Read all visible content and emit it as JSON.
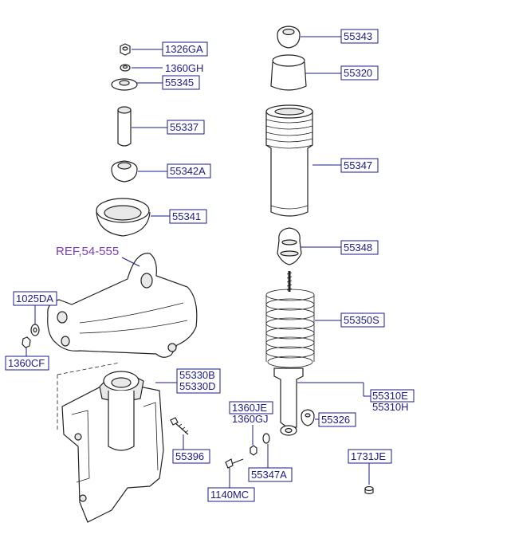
{
  "labels": {
    "l1326GA": "1326GA",
    "l1360GH": "1360GH",
    "l55345": "55345",
    "l55337": "55337",
    "l55342A": "55342A",
    "l55341": "55341",
    "ref": "REF,54-555",
    "l1025DA": "1025DA",
    "l1360CF": "1360CF",
    "l55330B": "55330B",
    "l55330D": "55330D",
    "l55396": "55396",
    "l1360JE": "1360JE",
    "l1360GJ": "1360GJ",
    "l1140MC": "1140MC",
    "l55347A": "55347A",
    "l55343": "55343",
    "l55320": "55320",
    "l55347": "55347",
    "l55348": "55348",
    "l55350S": "55350S",
    "l55310E": "55310E",
    "l55310H": "55310H",
    "l55326": "55326",
    "l1731JE": "1731JE"
  },
  "colors": {
    "label_text": "#1a1a8c",
    "reference_text": "#7a3fb0",
    "line_art": "#222222"
  }
}
